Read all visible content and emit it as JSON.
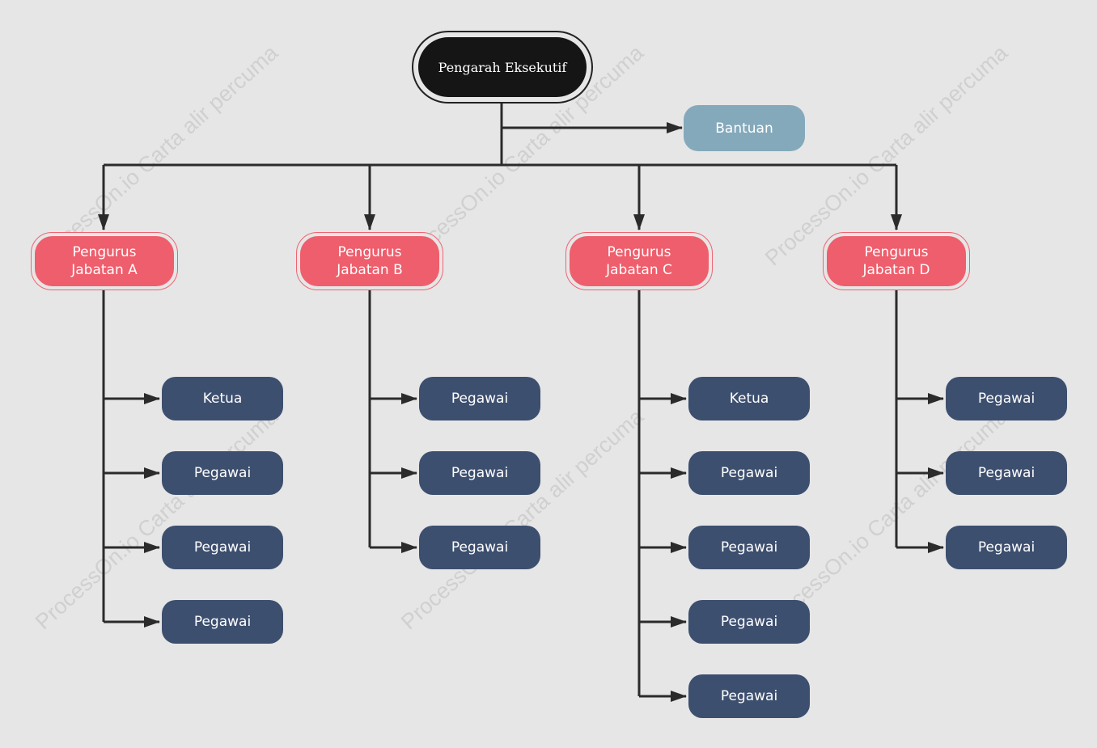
{
  "executive": {
    "label": "Pengarah Eksekutif"
  },
  "assistant": {
    "label": "Bantuan"
  },
  "managers": [
    {
      "line1": "Pengurus",
      "line2": "Jabatan A",
      "staff": [
        "Ketua",
        "Pegawai",
        "Pegawai",
        "Pegawai"
      ]
    },
    {
      "line1": "Pengurus",
      "line2": "Jabatan B",
      "staff": [
        "Pegawai",
        "Pegawai",
        "Pegawai"
      ]
    },
    {
      "line1": "Pengurus",
      "line2": "Jabatan C",
      "staff": [
        "Ketua",
        "Pegawai",
        "Pegawai",
        "Pegawai",
        "Pegawai"
      ]
    },
    {
      "line1": "Pengurus",
      "line2": "Jabatan D",
      "staff": [
        "Pegawai",
        "Pegawai",
        "Pegawai"
      ]
    }
  ],
  "watermark": "ProcessOn.io Carta alir percuma",
  "colors": {
    "background": "#e6e6e6",
    "executive": "#151515",
    "assistant": "#84a9bb",
    "manager": "#ee5e6c",
    "staff": "#3d4f6f",
    "connector": "#2b2b2b"
  }
}
